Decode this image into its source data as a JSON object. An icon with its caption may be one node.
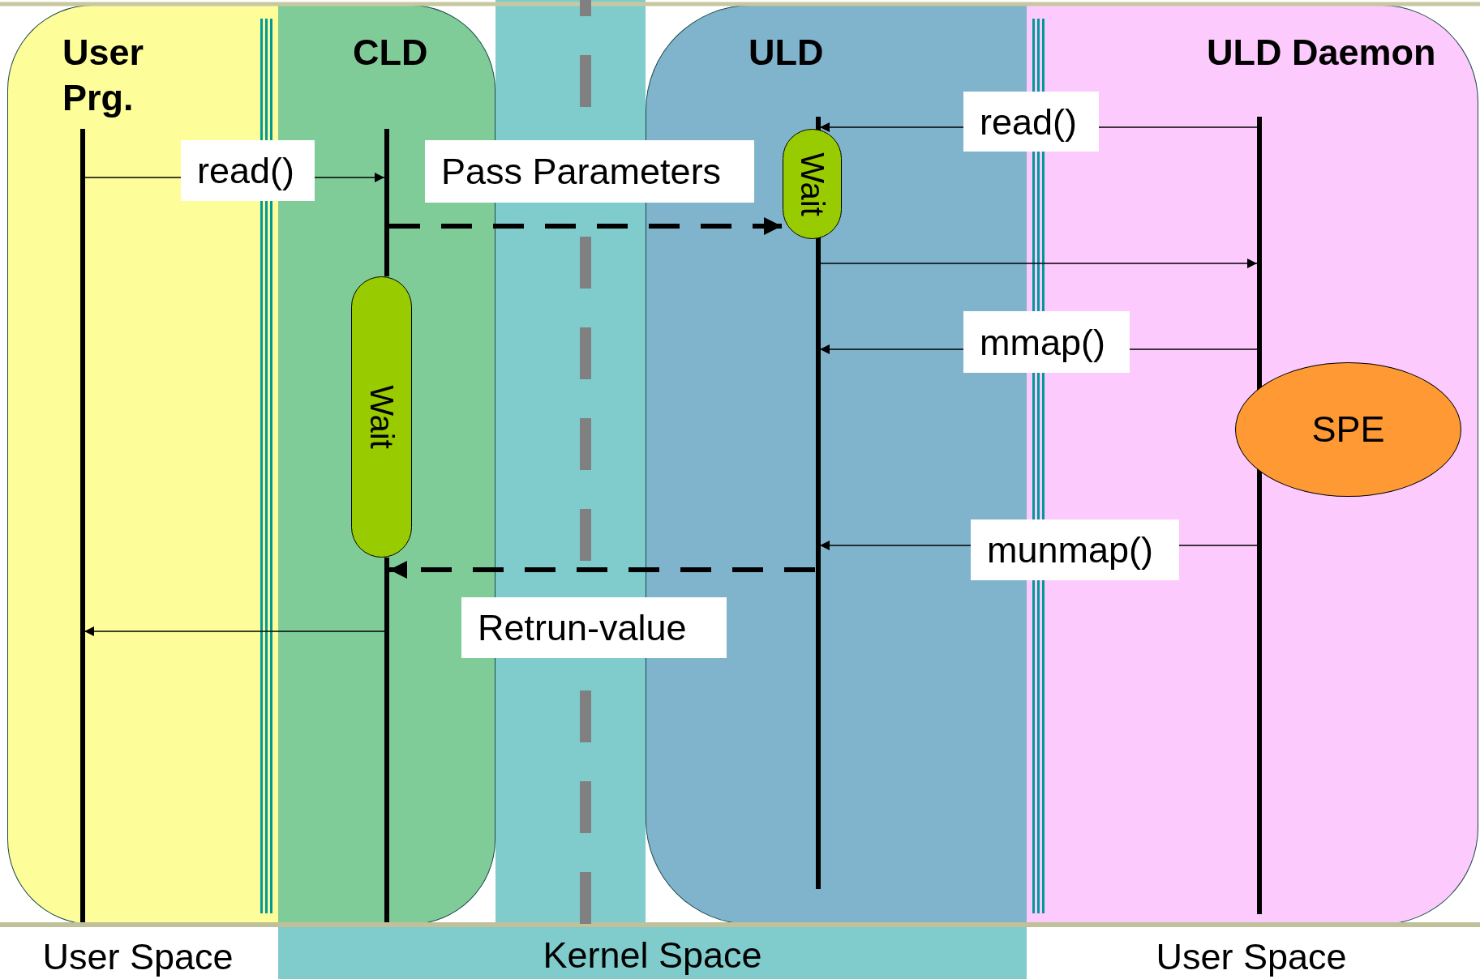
{
  "diagram": {
    "nodes": [
      {
        "text": [
          "User Prg."
        ]
      },
      {
        "text": [
          "CLD"
        ]
      },
      {
        "text": [
          "ULD"
        ]
      },
      {
        "text": [
          "ULD Daemon"
        ]
      },
      {
        "text": [],
        "shape": "bar",
        "in": 0
      },
      {
        "text": [],
        "shape": "bar",
        "in": 1
      },
      {
        "text": [
          "Wait"
        ],
        "in": 1
      },
      {
        "text": [],
        "shape": "bar",
        "in": 1
      },
      {
        "text": [],
        "shape": "bar",
        "in": 2
      },
      {
        "text": [
          "Wait"
        ],
        "in": 2
      },
      {
        "text": [],
        "shape": "bar",
        "in": 3
      },
      {
        "text": [
          "SPE"
        ],
        "in": 3
      },
      {
        "text": [
          "Kernel Space"
        ]
      }
    ],
    "edges": [
      {
        "from": 4,
        "to": 5,
        "label": "read()",
        "arrow": "to"
      },
      {
        "from": 5,
        "to": 9,
        "label": "Pass Parameters",
        "arrow": "to",
        "style": "dashed"
      },
      {
        "from": 10,
        "to": 8,
        "label": "read()",
        "arrow": "to"
      },
      {
        "from": 8,
        "to": 10,
        "arrow": "to"
      },
      {
        "from": 10,
        "to": 8,
        "label": "mmap()",
        "arrow": "to"
      },
      {
        "from": 10,
        "to": 8,
        "label": "munmap()",
        "arrow": "to"
      },
      {
        "from": 8,
        "to": 7,
        "label": "Retrun-value",
        "arrow": "to",
        "style": "dashed"
      },
      {
        "from": 7,
        "to": 4,
        "arrow": "to"
      }
    ],
    "labels": [
      "User Space",
      "User Space"
    ]
  }
}
